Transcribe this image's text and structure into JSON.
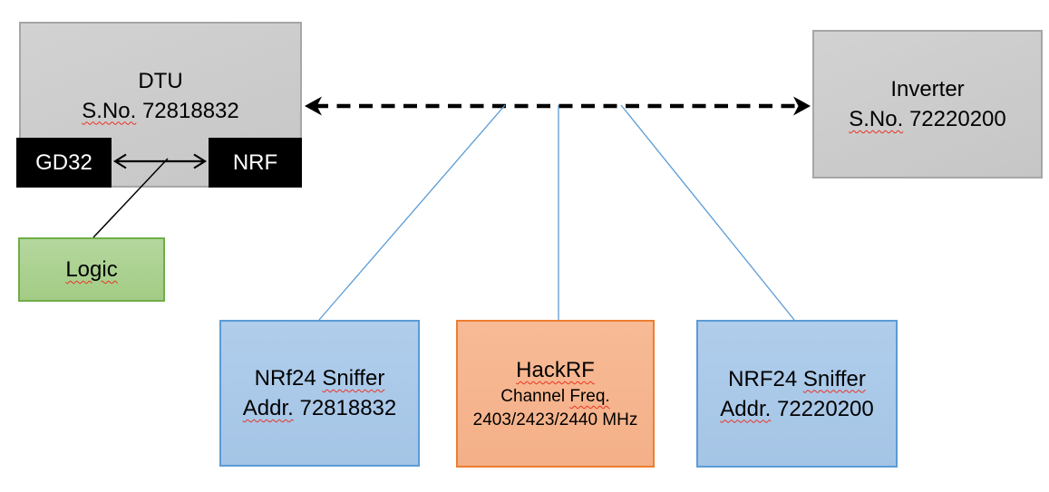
{
  "colors": {
    "gray_fill": "#CCCCCC",
    "gray_border": "#A6A6A6",
    "black_fill": "#000000",
    "green_fill": "#A9D18E",
    "green_border": "#70AD47",
    "blue_fill": "#ABC9E9",
    "blue_border": "#5B9BD5",
    "orange_fill": "#F6B58E",
    "orange_border": "#ED7D31",
    "connector_blue": "#5B9BD5",
    "arrow_black": "#000000",
    "squiggle_red": "#EA3323"
  },
  "diagram": {
    "dtu": {
      "title": "DTU",
      "serial_label": "S.No.",
      "serial_number": "72818832"
    },
    "gd32_label": "GD32",
    "nrf_label": "NRF",
    "logic_label": "Logic",
    "inverter": {
      "title": "Inverter",
      "serial_label": "S.No.",
      "serial_number": "72220200"
    },
    "sniffer_left": {
      "name_prefix": "NRf24",
      "name_word": "Sniffer",
      "addr_label": "Addr.",
      "addr_number": "72818832"
    },
    "hackrf": {
      "name": "HackRF",
      "freq_word1": "Channel",
      "freq_word2": "Freq.",
      "frequencies": "2403/2423/2440 MHz"
    },
    "sniffer_right": {
      "name_prefix": "NRF24",
      "name_word": "Sniffer",
      "addr_label": "Addr.",
      "addr_number": "72220200"
    }
  }
}
